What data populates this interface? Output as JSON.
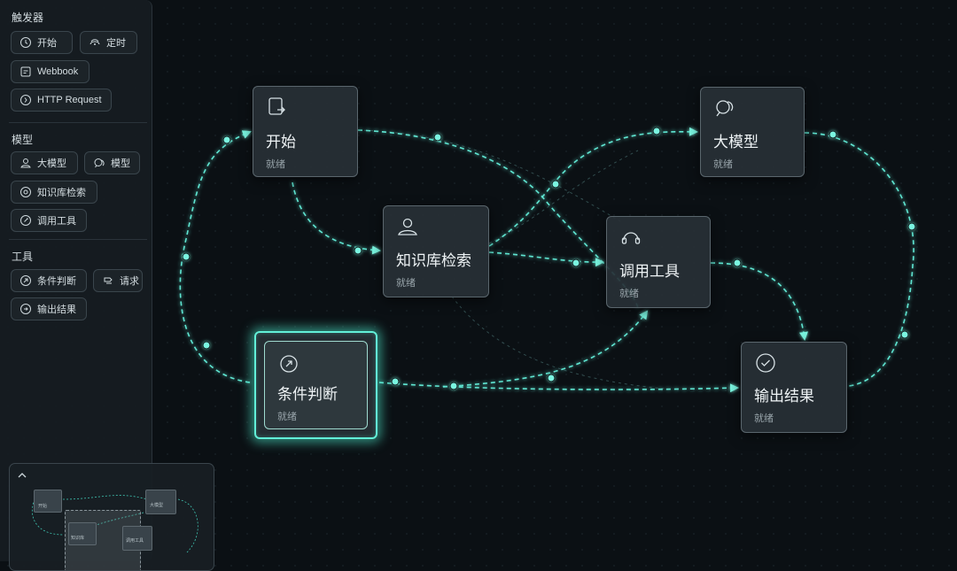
{
  "sidebar": {
    "sections": [
      {
        "title": "触发器",
        "items": [
          "开始",
          "定时",
          "Webbook",
          "HTTP Request"
        ]
      },
      {
        "title": "模型",
        "items": [
          "大模型",
          "模型",
          "知识库检索",
          "调用工具"
        ]
      },
      {
        "title": "工具",
        "items": [
          "条件判断",
          "请求",
          "输出结果"
        ]
      }
    ]
  },
  "nodes": {
    "start": {
      "title": "开始",
      "status": "就绪",
      "icon": "file-export-icon"
    },
    "llm": {
      "title": "大模型",
      "status": "就绪",
      "icon": "chat-bubbles-icon"
    },
    "kb": {
      "title": "知识库检索",
      "status": "就绪",
      "icon": "user-icon"
    },
    "tool": {
      "title": "调用工具",
      "status": "就绪",
      "icon": "headset-icon"
    },
    "cond": {
      "title": "条件判断",
      "status": "就绪",
      "icon": "condition-icon"
    },
    "output": {
      "title": "输出结果",
      "status": "就绪",
      "icon": "check-circle-icon"
    }
  },
  "minimap": {
    "labels": [
      "开始",
      "大模型",
      "知识库",
      "调用工具"
    ]
  },
  "colors": {
    "accent": "#5fe6d2",
    "background": "#0b1014",
    "node": "#2a3238"
  }
}
